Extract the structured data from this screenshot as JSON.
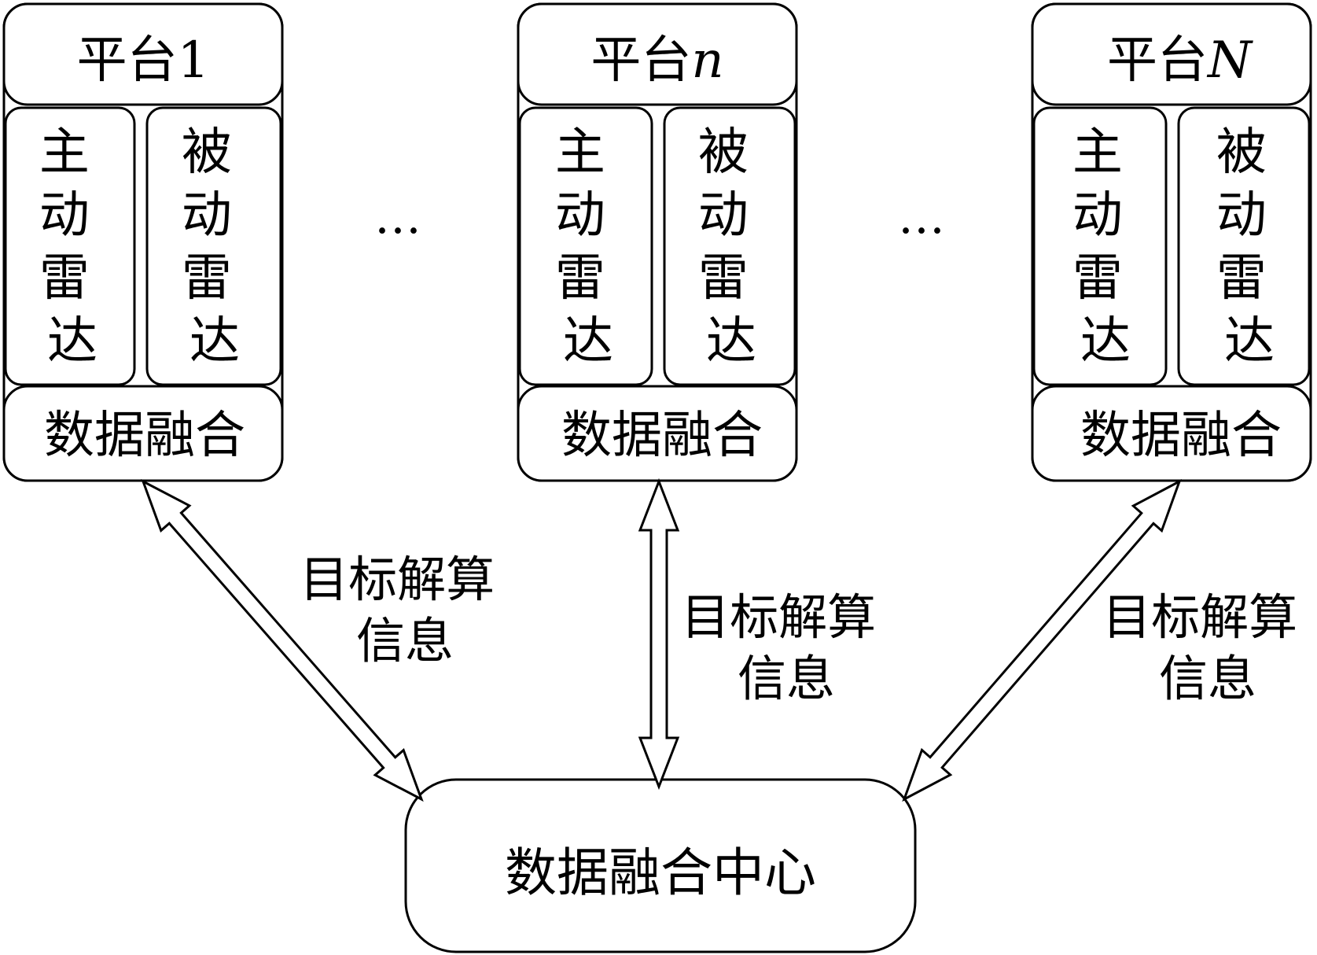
{
  "platforms": [
    {
      "title_prefix": "平台",
      "title_index": "1",
      "active_radar": [
        "主",
        "动",
        "雷",
        "达"
      ],
      "passive_radar": [
        "被",
        "动",
        "雷",
        "达"
      ],
      "fusion": "数据融合",
      "link_label_line1": "目标解算",
      "link_label_line2": "信息"
    },
    {
      "title_prefix": "平台",
      "title_index": "n",
      "active_radar": [
        "主",
        "动",
        "雷",
        "达"
      ],
      "passive_radar": [
        "被",
        "动",
        "雷",
        "达"
      ],
      "fusion": "数据融合",
      "link_label_line1": "目标解算",
      "link_label_line2": "信息"
    },
    {
      "title_prefix": "平台",
      "title_index": "N",
      "active_radar": [
        "主",
        "动",
        "雷",
        "达"
      ],
      "passive_radar": [
        "被",
        "动",
        "雷",
        "达"
      ],
      "fusion": "数据融合",
      "link_label_line1": "目标解算",
      "link_label_line2": "信息"
    }
  ],
  "ellipsis": "…",
  "center": {
    "label": "数据融合中心"
  },
  "colors": {
    "stroke": "#000000",
    "fill": "#ffffff"
  }
}
